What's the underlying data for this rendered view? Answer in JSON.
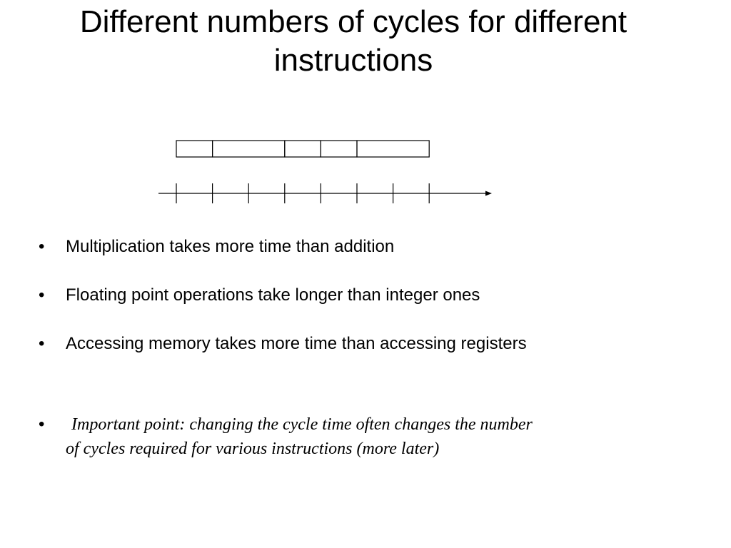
{
  "slide": {
    "title_line1": "Different numbers of cycles for different",
    "title_line2": "instructions"
  },
  "diagram": {
    "instruction_boxes_in_cycles": [
      1,
      2,
      1,
      1,
      2
    ],
    "timeline_ticks": 8,
    "has_arrow": true
  },
  "bullets": [
    "Multiplication takes more time than addition",
    "Floating point operations take longer than integer ones",
    "Accessing memory takes more time than accessing registers"
  ],
  "important": {
    "bullet": "•",
    "line1": "Important point:  changing the cycle time often changes the number",
    "line2": "of cycles required for various instructions (more later)"
  },
  "bullet_symbol": "•",
  "colors": {
    "text": "#000000",
    "background": "#ffffff"
  }
}
